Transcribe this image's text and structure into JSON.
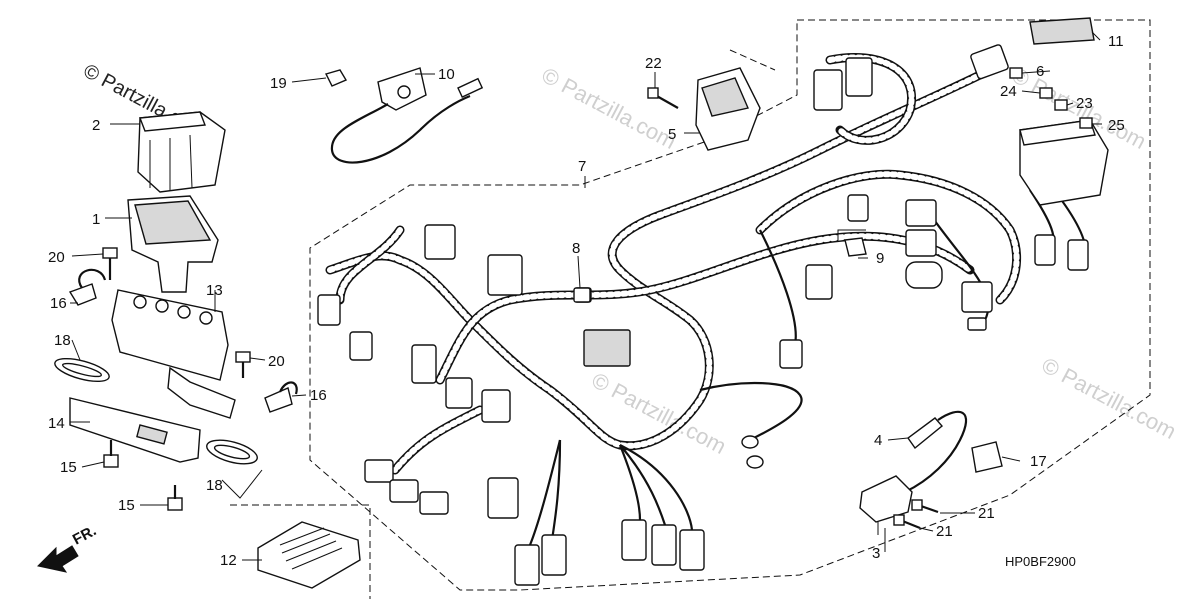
{
  "watermarks": {
    "main": "© Partzilla.com",
    "faint": "© Partzilla.com"
  },
  "diagram_code": "HP0BF2900",
  "direction_label": "FR.",
  "callouts": [
    {
      "id": "c1",
      "label": "1"
    },
    {
      "id": "c2",
      "label": "2"
    },
    {
      "id": "c3",
      "label": "3"
    },
    {
      "id": "c4",
      "label": "4"
    },
    {
      "id": "c5",
      "label": "5"
    },
    {
      "id": "c6",
      "label": "6"
    },
    {
      "id": "c7",
      "label": "7"
    },
    {
      "id": "c8",
      "label": "8"
    },
    {
      "id": "c9",
      "label": "9"
    },
    {
      "id": "c10",
      "label": "10"
    },
    {
      "id": "c11",
      "label": "11"
    },
    {
      "id": "c12",
      "label": "12"
    },
    {
      "id": "c13",
      "label": "13"
    },
    {
      "id": "c14",
      "label": "14"
    },
    {
      "id": "c15a",
      "label": "15"
    },
    {
      "id": "c15b",
      "label": "15"
    },
    {
      "id": "c16a",
      "label": "16"
    },
    {
      "id": "c16b",
      "label": "16"
    },
    {
      "id": "c17",
      "label": "17"
    },
    {
      "id": "c18a",
      "label": "18"
    },
    {
      "id": "c18b",
      "label": "18"
    },
    {
      "id": "c19",
      "label": "19"
    },
    {
      "id": "c20a",
      "label": "20"
    },
    {
      "id": "c20b",
      "label": "20"
    },
    {
      "id": "c21a",
      "label": "21"
    },
    {
      "id": "c21b",
      "label": "21"
    },
    {
      "id": "c22",
      "label": "22"
    },
    {
      "id": "c23",
      "label": "23"
    },
    {
      "id": "c24",
      "label": "24"
    },
    {
      "id": "c25",
      "label": "25"
    }
  ]
}
